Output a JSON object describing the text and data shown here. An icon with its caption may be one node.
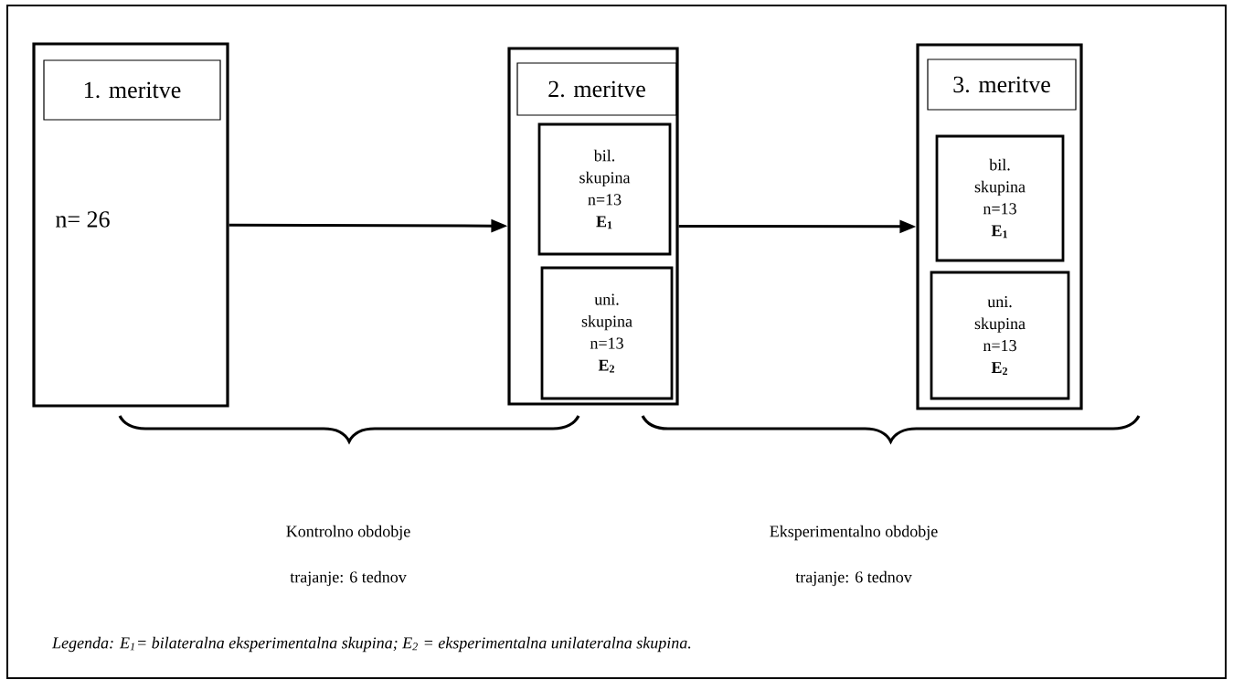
{
  "diagram": {
    "caption": "Legenda: E$_{1}$= bilateralna eksperimentalna skupina; E$_{2}$ = eksperimentalna unilateralna skupina.",
    "nodes": [
      {
        "text": [
          "n= 26"
        ]
      },
      {
        "text": [
          "1. meritve"
        ],
        "in": 0
      },
      {
        "text": [],
        "shape": "box"
      },
      {
        "text": [
          "2. meritve"
        ],
        "in": 2
      },
      {
        "text": [
          "bil. skupina n=13",
          "E$_{1}$"
        ],
        "in": 2
      },
      {
        "text": [
          "uni. skupina n=13",
          "E$_{2}$"
        ],
        "in": 2
      },
      {
        "text": [],
        "shape": "box"
      },
      {
        "text": [
          "3. meritve"
        ],
        "in": 6
      },
      {
        "text": [
          "bil. skupina n=13",
          "E$_{1}$"
        ],
        "in": 6
      },
      {
        "text": [
          "uni. skupina n=13",
          "E$_{2}$"
        ],
        "in": 6
      }
    ],
    "edges": [
      {
        "from": 0,
        "to": 2,
        "arrow": "to"
      },
      {
        "from": 2,
        "to": 6,
        "arrow": "to"
      }
    ],
    "labels": [
      "Kontrolno obdobje",
      "trajanje: 6 tednov",
      "Eksperimentalno obdobje",
      "trajanje: 6 tednov"
    ]
  }
}
